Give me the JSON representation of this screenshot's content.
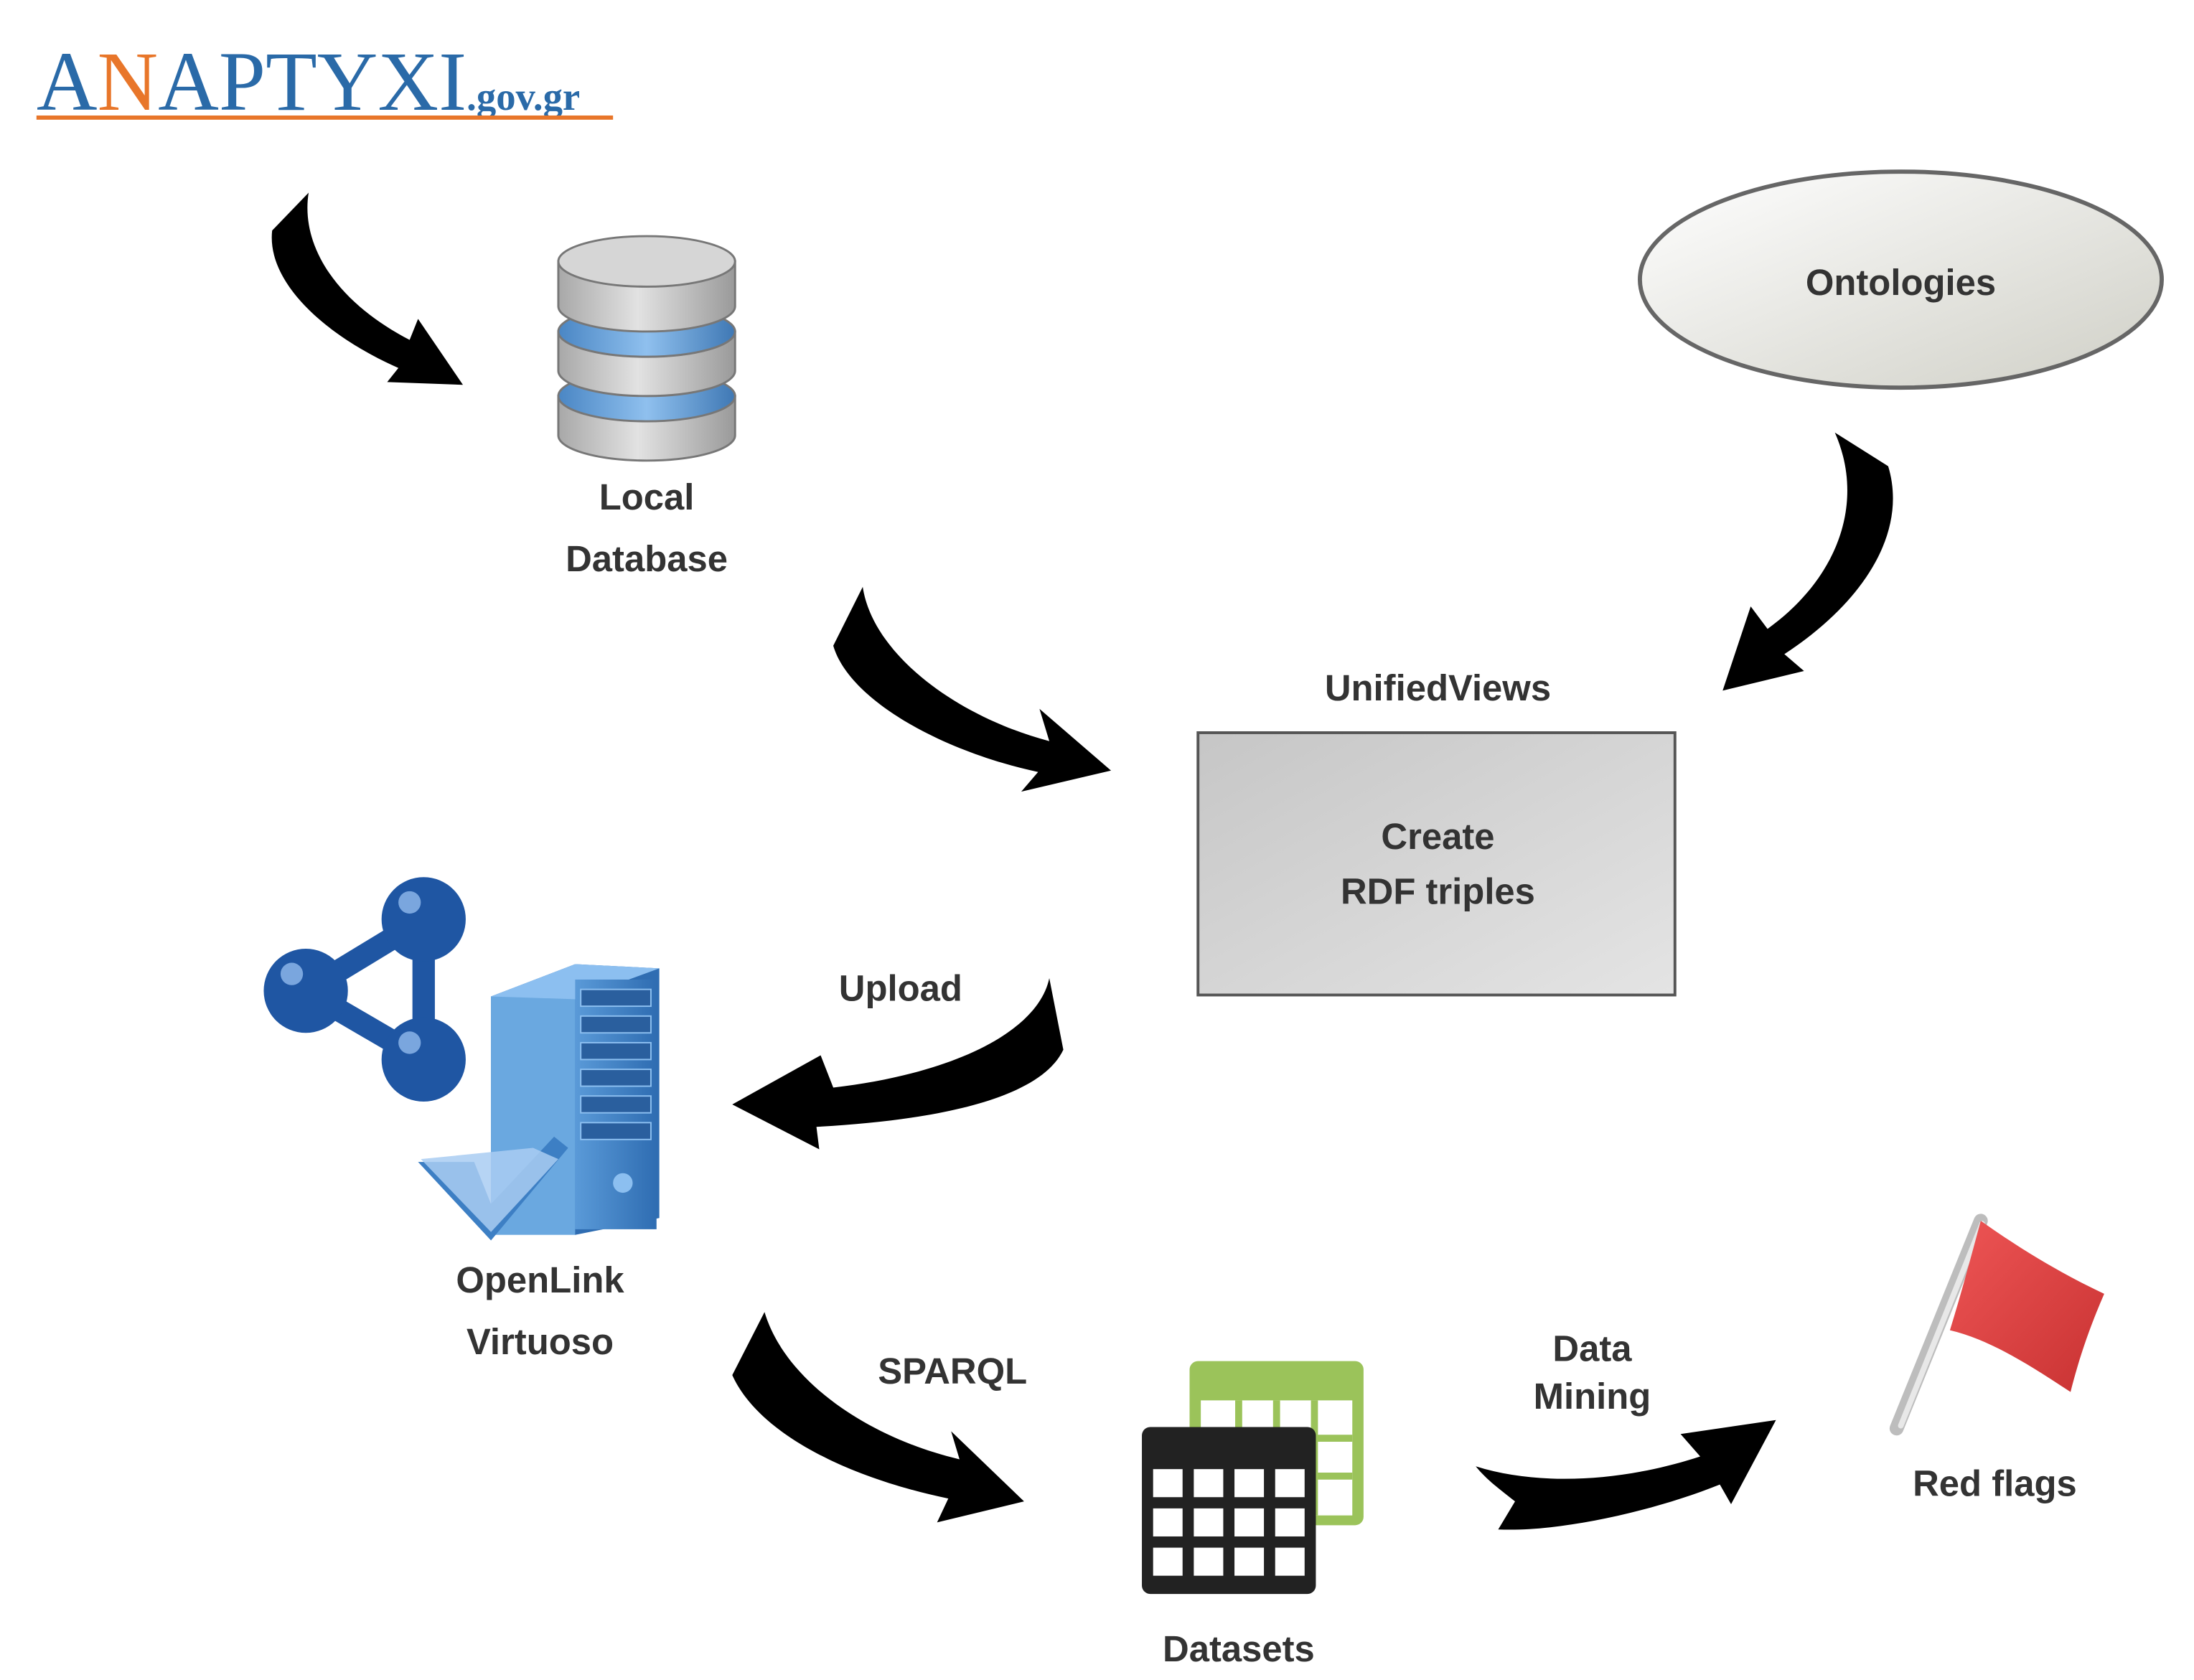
{
  "logo": {
    "part1": "A",
    "accent": "N",
    "part2": "APTYXI",
    "suffix": ".gov.gr",
    "main_color": "#2a6aa8",
    "accent_color": "#e8762a"
  },
  "nodes": {
    "local_database": {
      "line1": "Local",
      "line2": "Database",
      "icon": "database-icon"
    },
    "ontologies": {
      "label": "Ontologies"
    },
    "unifiedviews": {
      "title": "UnifiedViews",
      "line1": "Create",
      "line2": "RDF triples"
    },
    "virtuoso": {
      "line1": "OpenLink",
      "line2": "Virtuoso",
      "icon": "server-icon"
    },
    "datasets": {
      "label": "Datasets",
      "icon": "table-icon"
    },
    "red_flags": {
      "label": "Red flags",
      "icon": "red-flag-icon"
    }
  },
  "edges": {
    "upload": "Upload",
    "sparql": "SPARQL",
    "data_mining_line1": "Data",
    "data_mining_line2": "Mining"
  },
  "colors": {
    "arrow": "#000000",
    "label_text": "#333333",
    "db_grey": "#c8c8c8",
    "db_blue": "#5b9bd5",
    "server_blue": "#3d7fc4",
    "share_blue": "#1f56a3",
    "table_green": "#9bc35a",
    "table_dark": "#222222",
    "flag_red": "#e04545"
  }
}
